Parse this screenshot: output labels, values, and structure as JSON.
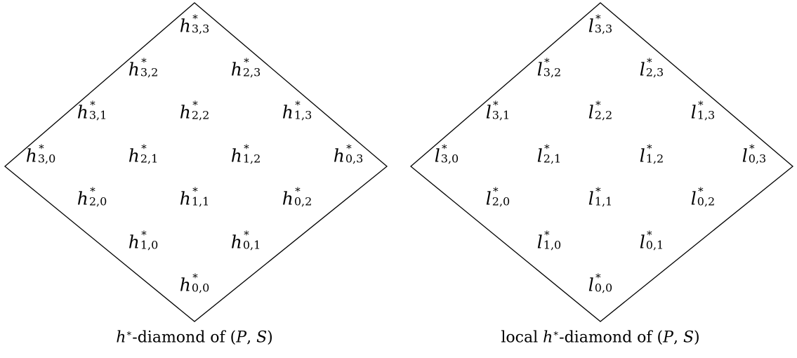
{
  "diagrams": [
    {
      "letter": "h",
      "star": "∗",
      "caption_prefix": "h",
      "caption_star": "∗",
      "caption_text": "-diamond of (",
      "caption_P": "P",
      "caption_comma": ", ",
      "caption_S": "S",
      "caption_close": ")",
      "entries": [
        {
          "sub": "3,3",
          "row": 0,
          "col": 3
        },
        {
          "sub": "3,2",
          "row": 1,
          "col": 2
        },
        {
          "sub": "2,3",
          "row": 1,
          "col": 4
        },
        {
          "sub": "3,1",
          "row": 2,
          "col": 1
        },
        {
          "sub": "2,2",
          "row": 2,
          "col": 3
        },
        {
          "sub": "1,3",
          "row": 2,
          "col": 5
        },
        {
          "sub": "3,0",
          "row": 3,
          "col": 0
        },
        {
          "sub": "2,1",
          "row": 3,
          "col": 2
        },
        {
          "sub": "1,2",
          "row": 3,
          "col": 4
        },
        {
          "sub": "0,3",
          "row": 3,
          "col": 6
        },
        {
          "sub": "2,0",
          "row": 4,
          "col": 1
        },
        {
          "sub": "1,1",
          "row": 4,
          "col": 3
        },
        {
          "sub": "0,2",
          "row": 4,
          "col": 5
        },
        {
          "sub": "1,0",
          "row": 5,
          "col": 2
        },
        {
          "sub": "0,1",
          "row": 5,
          "col": 4
        },
        {
          "sub": "0,0",
          "row": 6,
          "col": 3
        }
      ]
    },
    {
      "letter": "l",
      "star": "∗",
      "caption_prefix": "local h",
      "caption_star": "∗",
      "caption_text": "-diamond of (",
      "caption_P": "P",
      "caption_comma": ", ",
      "caption_S": "S",
      "caption_close": ")",
      "entries": [
        {
          "sub": "3,3",
          "row": 0,
          "col": 3
        },
        {
          "sub": "3,2",
          "row": 1,
          "col": 2
        },
        {
          "sub": "2,3",
          "row": 1,
          "col": 4
        },
        {
          "sub": "3,1",
          "row": 2,
          "col": 1
        },
        {
          "sub": "2,2",
          "row": 2,
          "col": 3
        },
        {
          "sub": "1,3",
          "row": 2,
          "col": 5
        },
        {
          "sub": "3,0",
          "row": 3,
          "col": 0
        },
        {
          "sub": "2,1",
          "row": 3,
          "col": 2
        },
        {
          "sub": "1,2",
          "row": 3,
          "col": 4
        },
        {
          "sub": "0,3",
          "row": 3,
          "col": 6
        },
        {
          "sub": "2,0",
          "row": 4,
          "col": 1
        },
        {
          "sub": "1,1",
          "row": 4,
          "col": 3
        },
        {
          "sub": "0,2",
          "row": 4,
          "col": 5
        },
        {
          "sub": "1,0",
          "row": 5,
          "col": 2
        },
        {
          "sub": "0,1",
          "row": 5,
          "col": 4
        },
        {
          "sub": "0,0",
          "row": 6,
          "col": 3
        }
      ]
    }
  ]
}
